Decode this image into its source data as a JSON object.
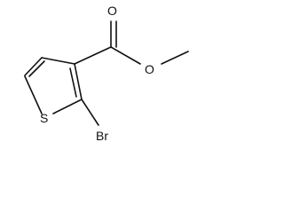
{
  "molecule": {
    "atoms": {
      "oxygen_carbonyl": "O",
      "oxygen_ester": "O",
      "sulfur": "S",
      "bromine": "Br"
    }
  },
  "colors": {
    "bond": "#111111",
    "label": "#111111",
    "background": "#ffffff"
  }
}
